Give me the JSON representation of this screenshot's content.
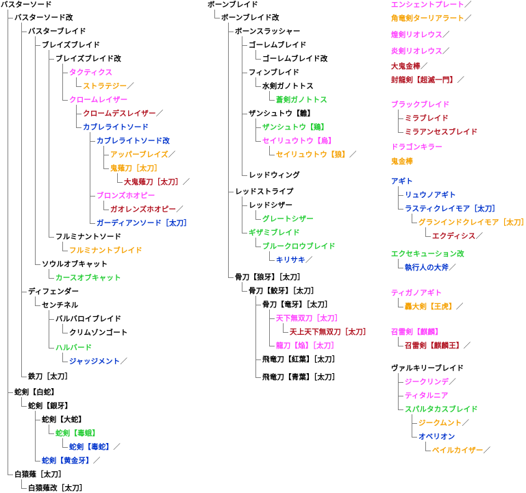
{
  "colors": {
    "k": "#000000",
    "o": "#f5a000",
    "m": "#ff40ff",
    "r": "#b0101e",
    "b": "#0033cc",
    "g": "#22cc33",
    "connector": "#808080"
  },
  "nodes": [
    {
      "text": "バスターソード",
      "c": "k"
    },
    {
      "text": "バスターソード改",
      "c": "k"
    },
    {
      "text": "バスターブレイド",
      "c": "k"
    },
    {
      "text": "ブレイズブレイド",
      "c": "k"
    },
    {
      "text": "ブレイズブレイド改",
      "c": "k"
    },
    {
      "text": "タクティクス",
      "c": "m"
    },
    {
      "text": "ストラテジー",
      "c": "o",
      "suffix": "／"
    },
    {
      "text": "クロームレイザー",
      "c": "m"
    },
    {
      "text": "クロームデスレイザー",
      "c": "r",
      "suffix": "／"
    },
    {
      "text": "カブレライトソード",
      "c": "b"
    },
    {
      "text": "カブレライトソード改",
      "c": "b"
    },
    {
      "text": "アッパーブレイズ",
      "c": "o",
      "suffix": "／"
    },
    {
      "text": "鬼薙刀［太刀］",
      "c": "o"
    },
    {
      "text": "大鬼薙刀［太刀］",
      "c": "r",
      "suffix": "／"
    },
    {
      "text": "ブロンズホオピー",
      "c": "m"
    },
    {
      "text": "ガオレンズホオピー",
      "c": "r",
      "suffix": "／"
    },
    {
      "text": "ガーディアンソード［太刀］",
      "c": "b"
    },
    {
      "text": "フルミナントソード",
      "c": "k"
    },
    {
      "text": "フルミナントブレイド",
      "c": "o"
    },
    {
      "text": "ソウルオブキャット",
      "c": "k"
    },
    {
      "text": "カースオブキャット",
      "c": "g"
    },
    {
      "text": "ディフェンダー",
      "c": "k"
    },
    {
      "text": "センチネル",
      "c": "k"
    },
    {
      "text": "バルバロイブレイド",
      "c": "k"
    },
    {
      "text": "クリムゾンゴート",
      "c": "k"
    },
    {
      "text": "ハルバード",
      "c": "g"
    },
    {
      "text": "ジャッジメント",
      "c": "b",
      "suffix": "／"
    },
    {
      "text": "鉄刀［太刀］",
      "c": "k"
    },
    {
      "text": "蛇剣【白蛇】",
      "c": "k"
    },
    {
      "text": "蛇剣【銀牙】",
      "c": "k"
    },
    {
      "text": "蛇剣【大蛇】",
      "c": "k"
    },
    {
      "text": "蛇剣【毒蛾】",
      "c": "g"
    },
    {
      "text": "蛇剣【毒蛇】",
      "c": "b",
      "suffix": "／"
    },
    {
      "text": "蛇剣【黄金牙】",
      "c": "b",
      "suffix": "／"
    },
    {
      "text": "白猿薙［太刀］",
      "c": "k"
    },
    {
      "text": "白猿薙改［太刀］",
      "c": "k"
    },
    {
      "text": "ボーンブレイド",
      "c": "k"
    },
    {
      "text": "ボーンブレイド改",
      "c": "k"
    },
    {
      "text": "ボーンスラッシャー",
      "c": "k"
    },
    {
      "text": "ゴーレムブレイド",
      "c": "k"
    },
    {
      "text": "ゴーレムブレイド改",
      "c": "k"
    },
    {
      "text": "フィンブレイド",
      "c": "k"
    },
    {
      "text": "水剣ガノトトス",
      "c": "k"
    },
    {
      "text": "蒼剣ガノトトス",
      "c": "g"
    },
    {
      "text": "ザンシュトウ【雛】",
      "c": "k"
    },
    {
      "text": "ザンシュトウ【鶏】",
      "c": "g"
    },
    {
      "text": "セイリュウトウ【烏】",
      "c": "m"
    },
    {
      "text": "セイリュウトウ【狼】",
      "c": "o",
      "suffix": "／"
    },
    {
      "text": "レッドウィング",
      "c": "k"
    },
    {
      "text": "レッドストライプ",
      "c": "k"
    },
    {
      "text": "レッドシザー",
      "c": "k"
    },
    {
      "text": "グレートシザー",
      "c": "g"
    },
    {
      "text": "ギザミブレイド",
      "c": "g"
    },
    {
      "text": "ブルークロウブレイド",
      "c": "g"
    },
    {
      "text": "キリサキ",
      "c": "b",
      "suffix": "／"
    },
    {
      "text": "骨刀【狼牙】［太刀］",
      "c": "k"
    },
    {
      "text": "骨刀【鮫牙】［太刀］",
      "c": "k"
    },
    {
      "text": "骨刀【竜牙】［太刀］",
      "c": "k"
    },
    {
      "text": "天下無双刀［太刀］",
      "c": "m"
    },
    {
      "text": "天上天下無双刀［太刀］",
      "c": "r"
    },
    {
      "text": "龍刀【焔】［太刀］",
      "c": "m"
    },
    {
      "text": "飛竜刀【紅葉】［太刀］",
      "c": "k"
    },
    {
      "text": "飛竜刀【青葉】［太刀］",
      "c": "k"
    },
    {
      "text": "エンシェントプレート",
      "c": "m",
      "suffix": "／"
    },
    {
      "text": "角竜剣ターリアラート",
      "c": "o",
      "suffix": "／"
    },
    {
      "text": "煌剣リオレウス",
      "c": "m",
      "suffix": "／"
    },
    {
      "text": "炎剣リオレウス",
      "c": "m",
      "suffix": "／"
    },
    {
      "text": "大鬼金棒",
      "c": "r",
      "suffix": "／"
    },
    {
      "text": "封龍剣【超滅一門】",
      "c": "r",
      "suffix": "／"
    },
    {
      "text": "ブラックブレイド",
      "c": "m"
    },
    {
      "text": "ミラブレイド",
      "c": "r"
    },
    {
      "text": "ミラアンセスブレイド",
      "c": "r"
    },
    {
      "text": "ドラゴンキラー",
      "c": "m"
    },
    {
      "text": "鬼金棒",
      "c": "o"
    },
    {
      "text": "アギト",
      "c": "b"
    },
    {
      "text": "リュウノアギト",
      "c": "b"
    },
    {
      "text": "ラスティクレイモア［太刀］",
      "c": "b"
    },
    {
      "text": "グランインドクレイモア［太刀］",
      "c": "o"
    },
    {
      "text": "エクディシス",
      "c": "r",
      "suffix": "／"
    },
    {
      "text": "エクセキューション改",
      "c": "g"
    },
    {
      "text": "執行人の大斧",
      "c": "b",
      "suffix": "／"
    },
    {
      "text": "ティガノアギト",
      "c": "m"
    },
    {
      "text": "轟大剣【王虎】",
      "c": "o",
      "suffix": "／"
    },
    {
      "text": "召雷剣【麒麟】",
      "c": "m"
    },
    {
      "text": "召雷剣【麒麟王】",
      "c": "r",
      "suffix": "／"
    },
    {
      "text": "ヴァルキリーブレイド",
      "c": "k"
    },
    {
      "text": "ジークリンデ",
      "c": "m",
      "suffix": "／"
    },
    {
      "text": "ティタルニア",
      "c": "m"
    },
    {
      "text": "スパルタカスブレイド",
      "c": "g"
    },
    {
      "text": "ジークムント",
      "c": "o",
      "suffix": "／"
    },
    {
      "text": "オベリオン",
      "c": "b"
    },
    {
      "text": "ベイルカイザー",
      "c": "o",
      "suffix": "／"
    }
  ]
}
